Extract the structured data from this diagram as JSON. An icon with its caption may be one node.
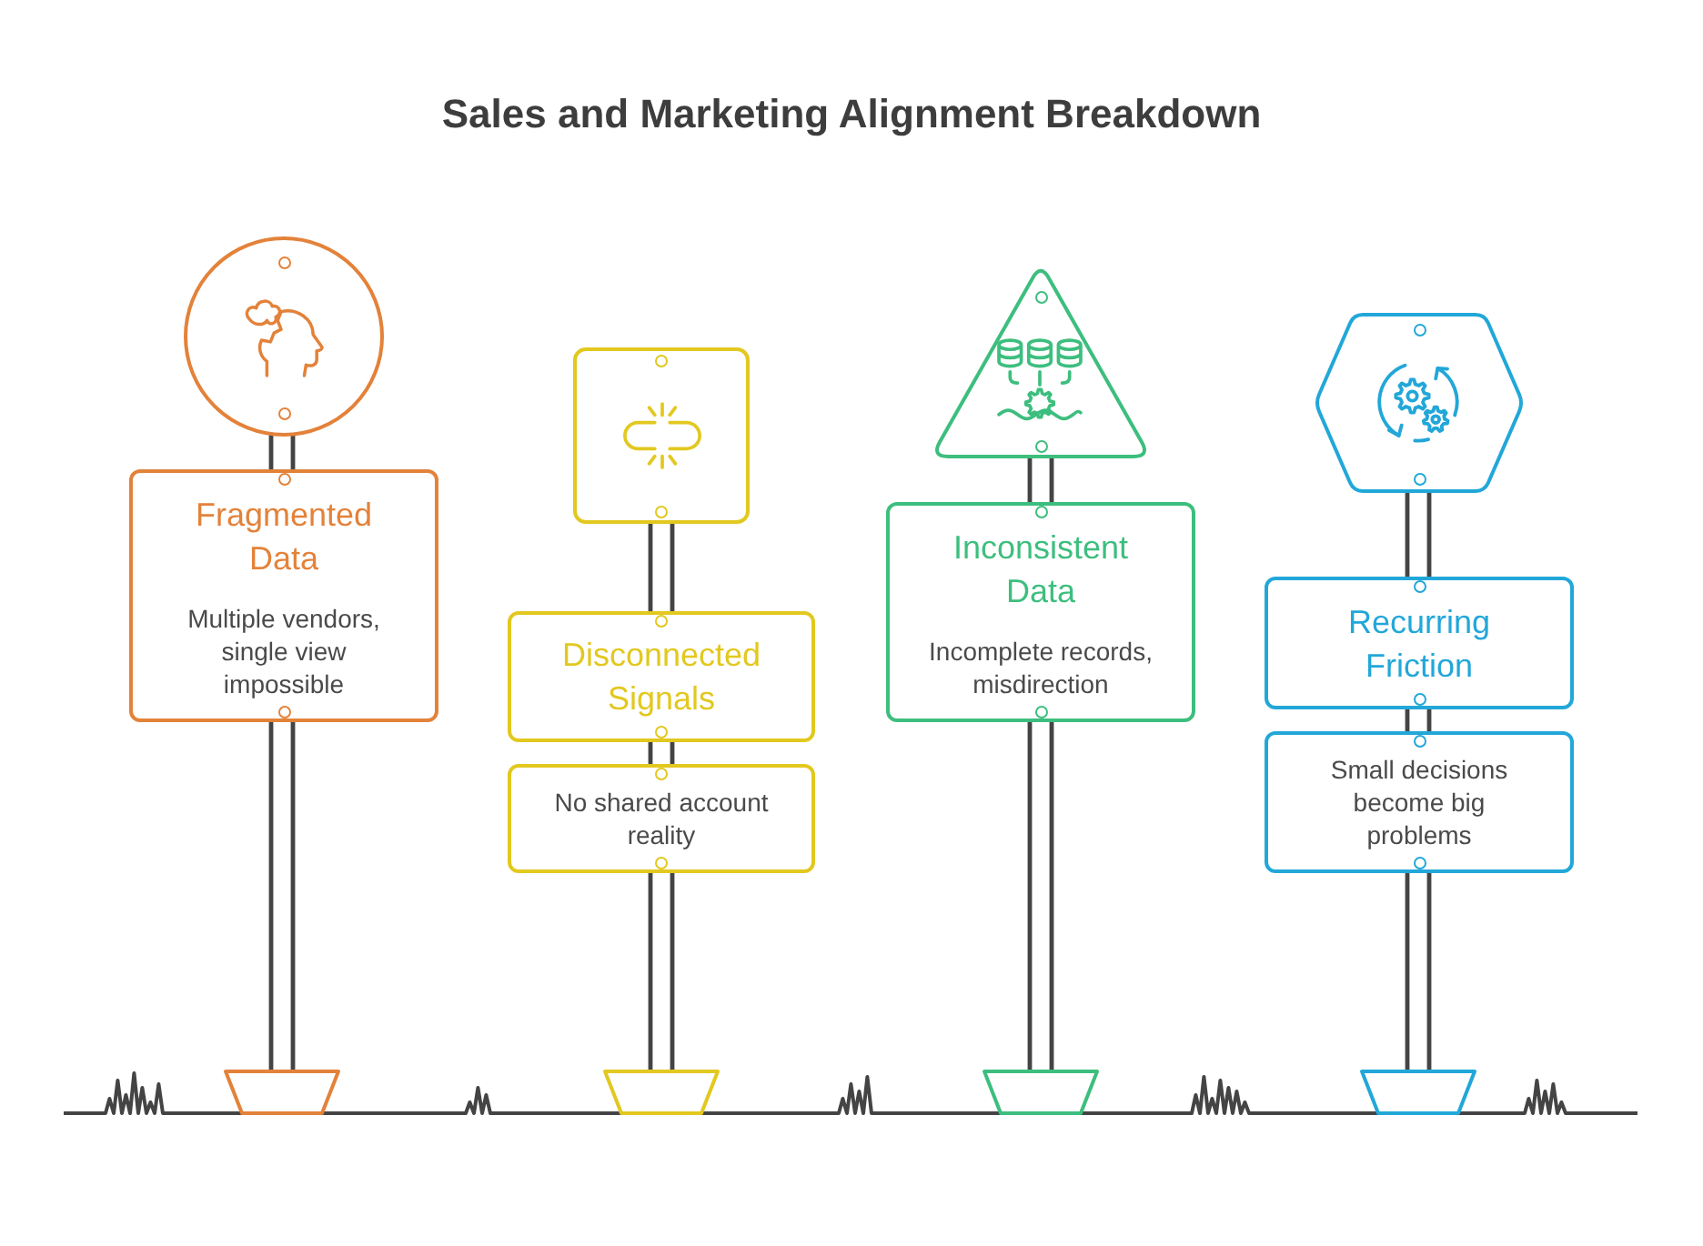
{
  "diagram": {
    "title": "Sales and Marketing Alignment Breakdown",
    "nodes": [
      {
        "text": [],
        "shape": "circle"
      },
      {
        "text": [
          "Fragmented Data",
          "Multiple vendors, single view impossible"
        ]
      },
      {
        "text": [],
        "shape": "box"
      },
      {
        "text": [
          "Disconnected Signals"
        ]
      },
      {
        "text": [
          "No shared account reality"
        ]
      },
      {
        "text": [],
        "shape": "triangle"
      },
      {
        "text": [
          "Inconsistent Data",
          "Incomplete records, misdirection"
        ]
      },
      {
        "text": [],
        "shape": "hexagon"
      },
      {
        "text": [
          "Recurring Friction"
        ]
      },
      {
        "text": [
          "Small decisions become big problems"
        ]
      }
    ]
  }
}
